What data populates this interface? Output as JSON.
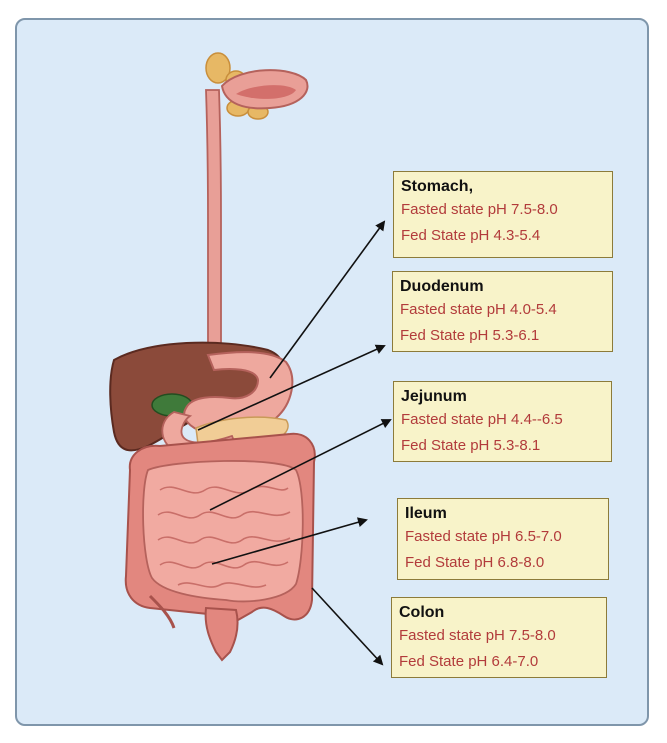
{
  "colors": {
    "background": "#dbeaf8",
    "frame_border": "#7f96ab",
    "box_fill": "#f8f3c9",
    "box_border": "#8c7b3a",
    "title_text": "#111111",
    "value_text": "#b23b3b",
    "arrow": "#111111"
  },
  "segments": [
    {
      "id": "stomach",
      "title": "Stomach,",
      "fasted": "Fasted state pH 7.5-8.0",
      "fed": "Fed State pH 4.3-5.4"
    },
    {
      "id": "duodenum",
      "title": "Duodenum",
      "fasted": "Fasted state pH 4.0-5.4",
      "fed": "Fed State pH 5.3-6.1"
    },
    {
      "id": "jejunum",
      "title": "Jejunum",
      "fasted": "Fasted state pH 4.4--6.5",
      "fed": "Fed State pH 5.3-8.1"
    },
    {
      "id": "ileum",
      "title": "Ileum",
      "fasted": "Fasted state pH 6.5-7.0",
      "fed": "Fed State pH 6.8-8.0"
    },
    {
      "id": "colon",
      "title": "Colon",
      "fasted": "Fasted state pH 7.5-8.0",
      "fed": "Fed State pH 6.4-7.0"
    }
  ],
  "icons": {
    "anatomy": "digestive-tract-illustration"
  }
}
